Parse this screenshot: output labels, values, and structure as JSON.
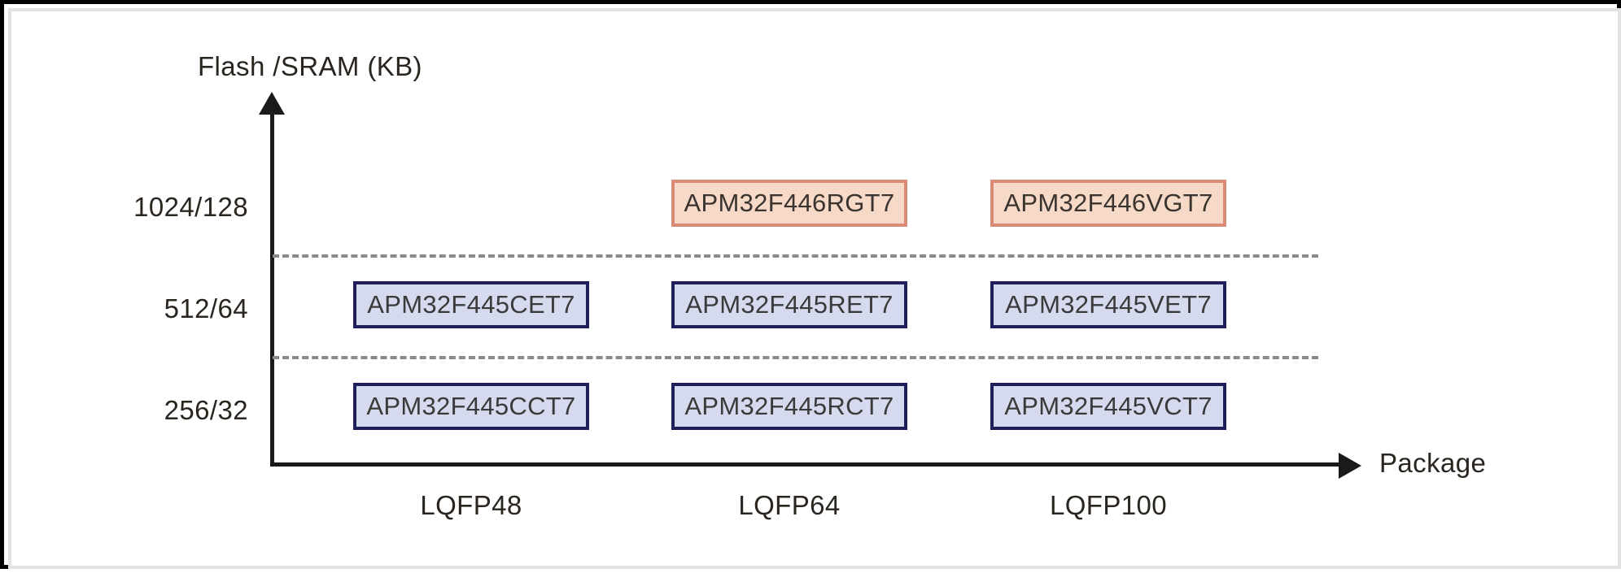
{
  "chart_data": {
    "type": "table",
    "title": "",
    "xlabel": "Package",
    "ylabel": "Flash /SRAM (KB)",
    "grid": "horizontal-dashed",
    "legend": "none",
    "categories": [
      "LQFP48",
      "LQFP64",
      "LQFP100"
    ],
    "y_categories": [
      "1024/128",
      "512/64",
      "256/32"
    ],
    "cells": [
      {
        "row": 0,
        "col": 0,
        "label": "",
        "present": false,
        "tier": "high"
      },
      {
        "row": 0,
        "col": 1,
        "label": "APM32F446RGT7",
        "present": true,
        "tier": "high"
      },
      {
        "row": 0,
        "col": 2,
        "label": "APM32F446VGT7",
        "present": true,
        "tier": "high"
      },
      {
        "row": 1,
        "col": 0,
        "label": "APM32F445CET7",
        "present": true,
        "tier": "mid"
      },
      {
        "row": 1,
        "col": 1,
        "label": "APM32F445RET7",
        "present": true,
        "tier": "mid"
      },
      {
        "row": 1,
        "col": 2,
        "label": "APM32F445VET7",
        "present": true,
        "tier": "mid"
      },
      {
        "row": 2,
        "col": 0,
        "label": "APM32F445CCT7",
        "present": true,
        "tier": "low"
      },
      {
        "row": 2,
        "col": 1,
        "label": "APM32F445RCT7",
        "present": true,
        "tier": "low"
      },
      {
        "row": 2,
        "col": 2,
        "label": "APM32F445VCT7",
        "present": true,
        "tier": "low"
      }
    ]
  },
  "axes": {
    "y_title": "Flash /SRAM (KB)",
    "x_title": "Package",
    "y_ticks": [
      "1024/128",
      "512/64",
      "256/32"
    ],
    "x_ticks": [
      "LQFP48",
      "LQFP64",
      "LQFP100"
    ]
  },
  "rows": [
    {
      "tier": "high",
      "y_tick": "1024/128",
      "parts": [
        "",
        "APM32F446RGT7",
        "APM32F446VGT7"
      ]
    },
    {
      "tier": "mid",
      "y_tick": "512/64",
      "parts": [
        "APM32F445CET7",
        "APM32F445RET7",
        "APM32F445VET7"
      ]
    },
    {
      "tier": "low",
      "y_tick": "256/32",
      "parts": [
        "APM32F445CCT7",
        "APM32F445RCT7",
        "APM32F445VCT7"
      ]
    }
  ],
  "colors": {
    "tier_high_fill": "#f7d9c7",
    "tier_high_border": "#d98b75",
    "tier_mid_fill": "#d6daee",
    "tier_mid_border": "#1f1f5c",
    "text": "#2b2520",
    "axis": "#1a1a1a",
    "gridline": "#8a8a8a",
    "frame": "#000000"
  }
}
